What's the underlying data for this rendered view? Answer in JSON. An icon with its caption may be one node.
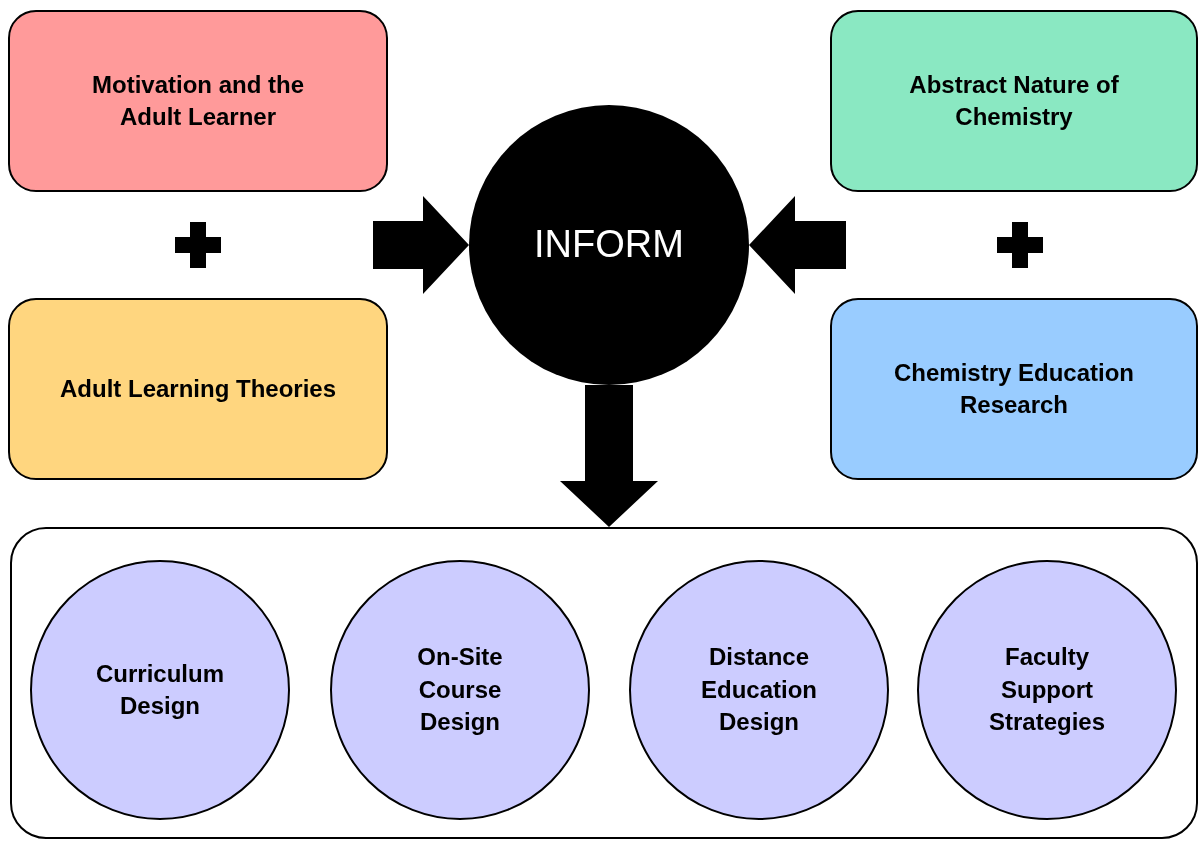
{
  "diagram": {
    "nodes": [
      {
        "text": [
          "Motivation and the Adult Learner"
        ]
      },
      {
        "text": [
          "Abstract Nature of Chemistry"
        ]
      },
      {
        "text": [
          "INFORM"
        ]
      },
      {
        "text": [
          "Adult Learning Theories"
        ]
      },
      {
        "text": [
          "Chemistry Education Research"
        ]
      },
      {
        "text": [],
        "shape": "box"
      },
      {
        "text": [
          "Curriculum Design"
        ],
        "in": 5
      },
      {
        "text": [
          "On-Site Course Design"
        ],
        "in": 5
      },
      {
        "text": [
          "Distance Education Design"
        ],
        "in": 5
      },
      {
        "text": [
          "Faculty Support Strategies"
        ],
        "in": 5
      }
    ],
    "edges": [
      {
        "from": null,
        "to": 2,
        "arrow": "to",
        "style": "thick"
      },
      {
        "from": null,
        "to": 2,
        "arrow": "to",
        "style": "thick"
      },
      {
        "from": 2,
        "to": 5,
        "arrow": "to",
        "style": "thick"
      }
    ]
  }
}
